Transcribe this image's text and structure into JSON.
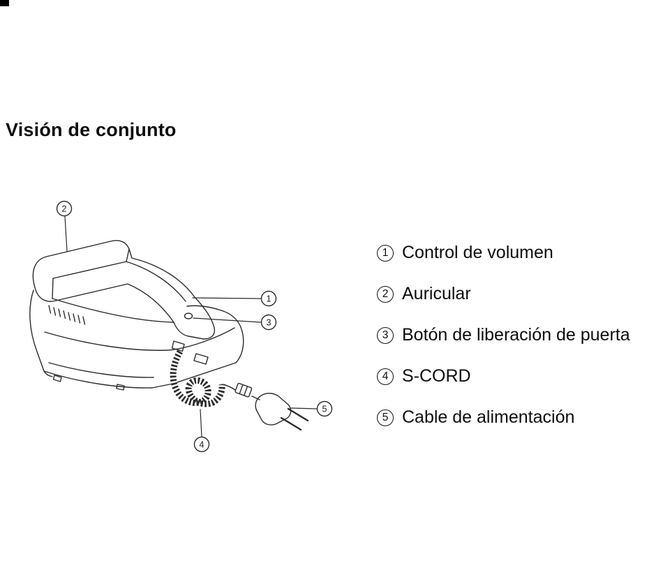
{
  "colors": {
    "ink": "#2b2b2b",
    "text": "#0d0d0d",
    "background": "#ffffff"
  },
  "page": {
    "title": "Visión de conjunto"
  },
  "diagram": {
    "callout_numbers": [
      "1",
      "2",
      "3",
      "4",
      "5"
    ]
  },
  "legend": {
    "items": [
      {
        "num": "1",
        "label": "Control de volumen"
      },
      {
        "num": "2",
        "label": "Auricular"
      },
      {
        "num": "3",
        "label": "Botón de liberación de puerta"
      },
      {
        "num": "4",
        "label": "S-CORD"
      },
      {
        "num": "5",
        "label": "Cable de alimentación"
      }
    ]
  }
}
